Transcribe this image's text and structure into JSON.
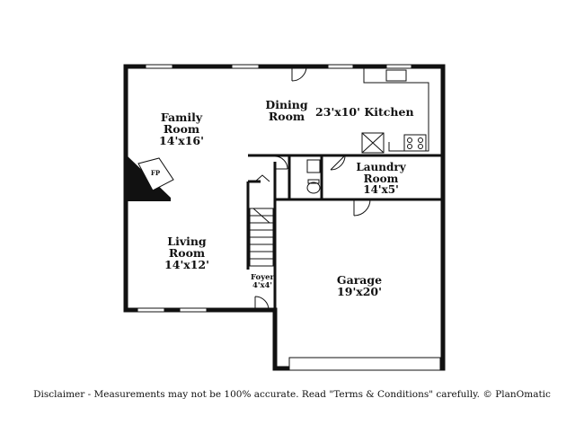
{
  "rooms": {
    "family": {
      "name_line1": "Family",
      "name_line2": "Room",
      "size": "14'x16'"
    },
    "dining": {
      "name_line1": "Dining",
      "name_line2": "Room"
    },
    "kitchen_size": "23'x10'",
    "kitchen": {
      "name": "Kitchen"
    },
    "laundry": {
      "name_line1": "Laundry",
      "name_line2": "Room",
      "size": "14'x5'"
    },
    "living": {
      "name_line1": "Living",
      "name_line2": "Room",
      "size": "14'x12'"
    },
    "foyer": {
      "name": "Foyer",
      "size": "4'x4'"
    },
    "garage": {
      "name": "Garage",
      "size": "19'x20'"
    }
  },
  "fireplace": {
    "label": "FP"
  },
  "disclaimer": "Disclaimer - Measurements may not be 100% accurate. Read \"Terms & Conditions\" carefully. © PlanOmatic"
}
